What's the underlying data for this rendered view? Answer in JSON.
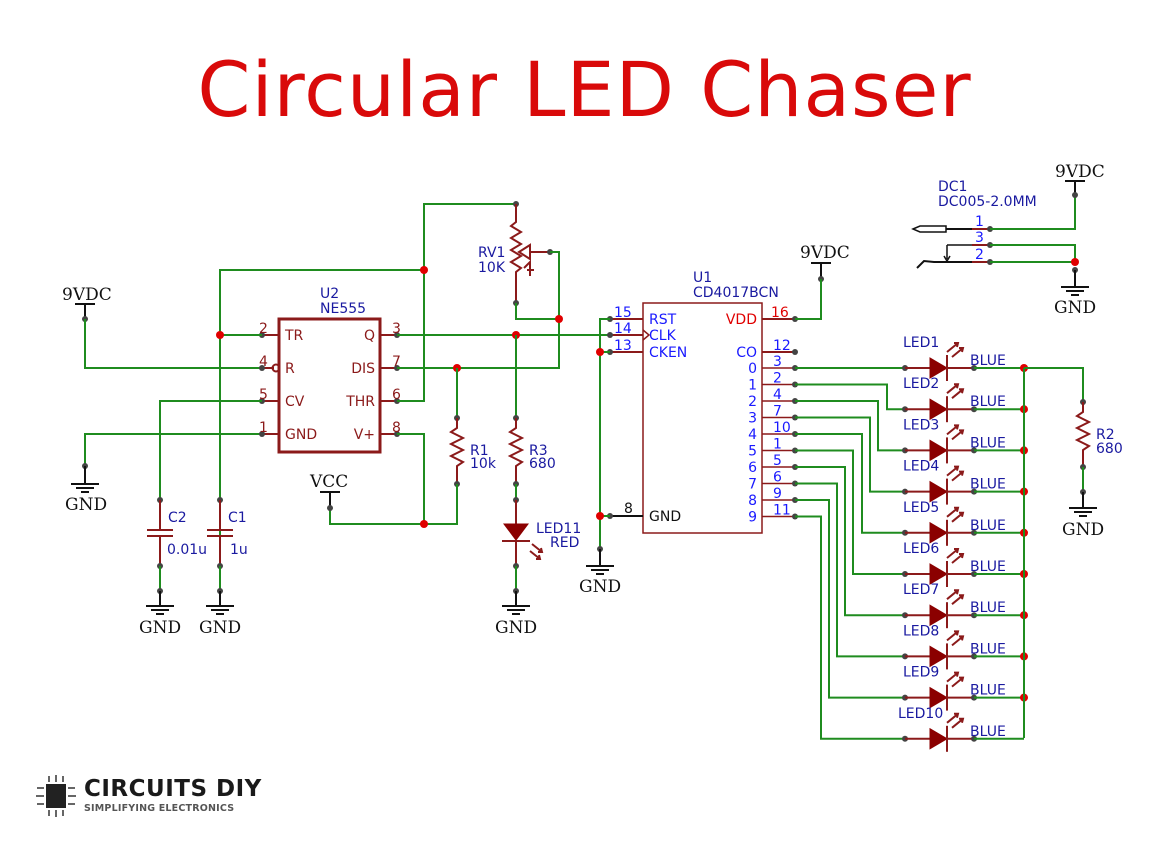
{
  "title": "Circular LED Chaser",
  "colors": {
    "title": "#d90a0a",
    "wire": "#1f8c1f",
    "component": "#8b1a1a",
    "label": "#1a1aa0",
    "pin_number": "#1a1aff",
    "junction": "#e00000"
  },
  "power_labels": {
    "vdc": "9VDC",
    "vcc": "VCC",
    "gnd": "GND"
  },
  "u2": {
    "ref": "U2",
    "part": "NE555",
    "left_pins": [
      {
        "num": "2",
        "name": "TR"
      },
      {
        "num": "4",
        "name": "R"
      },
      {
        "num": "5",
        "name": "CV"
      },
      {
        "num": "1",
        "name": "GND"
      }
    ],
    "right_pins": [
      {
        "num": "3",
        "name": "Q"
      },
      {
        "num": "7",
        "name": "DIS"
      },
      {
        "num": "6",
        "name": "THR"
      },
      {
        "num": "8",
        "name": "V+"
      }
    ]
  },
  "rv1": {
    "ref": "RV1",
    "value": "10K"
  },
  "r1": {
    "ref": "R1",
    "value": "10k"
  },
  "r2": {
    "ref": "R2",
    "value": "680"
  },
  "r3": {
    "ref": "R3",
    "value": "680"
  },
  "c1": {
    "ref": "C1",
    "value": "1u"
  },
  "c2": {
    "ref": "C2",
    "value": "0.01u"
  },
  "led11": {
    "ref": "LED11",
    "value": "RED"
  },
  "dc1": {
    "ref": "DC1",
    "part": "DC005-2.0MM",
    "pins": [
      "1",
      "3",
      "2"
    ]
  },
  "u1": {
    "ref": "U1",
    "part": "CD4017BCN",
    "left_pins": [
      {
        "num": "15",
        "name": "RST"
      },
      {
        "num": "14",
        "name": "CLK"
      },
      {
        "num": "13",
        "name": "CKEN"
      }
    ],
    "gnd_pin": {
      "num": "8",
      "name": "GND"
    },
    "vdd_pin": {
      "num": "16",
      "name": "VDD"
    },
    "co_pin": {
      "num": "12",
      "name": "CO"
    },
    "outputs": [
      {
        "num": "3",
        "name": "0"
      },
      {
        "num": "2",
        "name": "1"
      },
      {
        "num": "4",
        "name": "2"
      },
      {
        "num": "7",
        "name": "3"
      },
      {
        "num": "10",
        "name": "4"
      },
      {
        "num": "1",
        "name": "5"
      },
      {
        "num": "5",
        "name": "6"
      },
      {
        "num": "6",
        "name": "7"
      },
      {
        "num": "9",
        "name": "8"
      },
      {
        "num": "11",
        "name": "9"
      }
    ]
  },
  "leds": [
    {
      "ref": "LED1",
      "color": "BLUE"
    },
    {
      "ref": "LED2",
      "color": "BLUE"
    },
    {
      "ref": "LED3",
      "color": "BLUE"
    },
    {
      "ref": "LED4",
      "color": "BLUE"
    },
    {
      "ref": "LED5",
      "color": "BLUE"
    },
    {
      "ref": "LED6",
      "color": "BLUE"
    },
    {
      "ref": "LED7",
      "color": "BLUE"
    },
    {
      "ref": "LED8",
      "color": "BLUE"
    },
    {
      "ref": "LED9",
      "color": "BLUE"
    },
    {
      "ref": "LED10",
      "color": "BLUE"
    }
  ],
  "logo": {
    "brand": "CIRCUITS DIY",
    "tagline": "SIMPLIFYING ELECTRONICS"
  }
}
